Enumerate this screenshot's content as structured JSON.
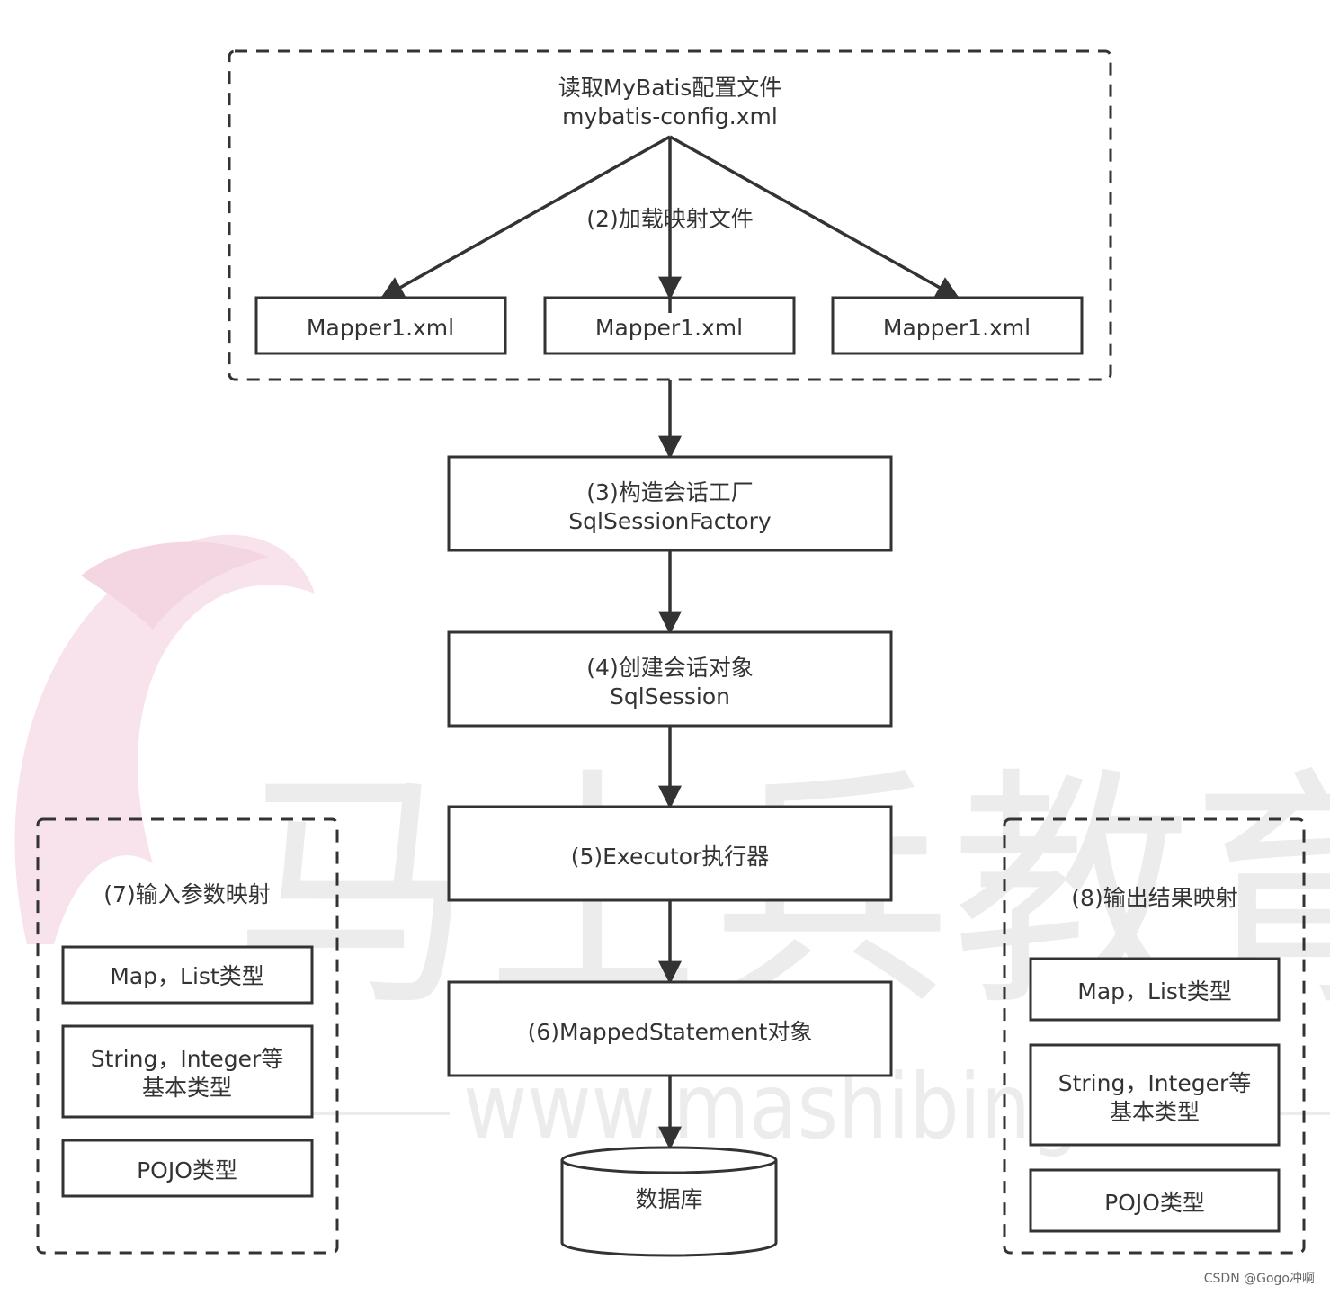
{
  "watermark": {
    "cjk": "马士兵教育",
    "url": "www.mashibing.com"
  },
  "config": {
    "line1": "读取MyBatis配置文件",
    "line2": "mybatis-config.xml",
    "load_label": "(2)加载映射文件"
  },
  "mappers": [
    "Mapper1.xml",
    "Mapper1.xml",
    "Mapper1.xml"
  ],
  "factory": {
    "line1": "(3)构造会话工厂",
    "line2": "SqlSessionFactory"
  },
  "session": {
    "line1": "(4)创建会话对象",
    "line2": "SqlSession"
  },
  "executor": "(5)Executor执行器",
  "mapped_statement": "(6)MappedStatement对象",
  "database": "数据库",
  "input_mapping": {
    "title": "(7)输入参数映射",
    "items": [
      {
        "lines": [
          "Map，List类型"
        ]
      },
      {
        "lines": [
          "String，Integer等",
          "基本类型"
        ]
      },
      {
        "lines": [
          "POJO类型"
        ]
      }
    ]
  },
  "output_mapping": {
    "title": "(8)输出结果映射",
    "items": [
      {
        "lines": [
          "Map，List类型"
        ]
      },
      {
        "lines": [
          "String，Integer等",
          "基本类型"
        ]
      },
      {
        "lines": [
          "POJO类型"
        ]
      }
    ]
  },
  "credit": "CSDN @Gogo冲啊"
}
